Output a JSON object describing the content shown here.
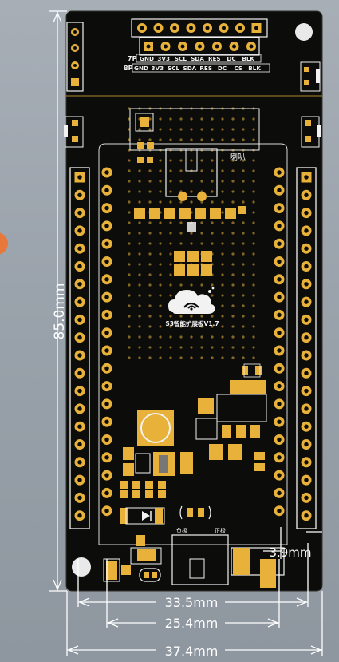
{
  "dimensions": {
    "height_label": "85.0mm",
    "right_label": "3.9mm",
    "width_inner_label": "33.5mm",
    "width_pitch_label": "25.4mm",
    "width_total_label": "37.4mm"
  },
  "header_7p": {
    "prefix": "7P",
    "pins": [
      "GND",
      "3V3",
      "SCL",
      "SDA",
      "RES",
      "DC",
      "BLK"
    ]
  },
  "header_8p": {
    "prefix": "8P",
    "pins": [
      "GND",
      "3V3",
      "SCL",
      "SDA",
      "RES",
      "DC",
      "CS",
      "BLK"
    ]
  },
  "board": {
    "title": "S3智能扩展板V1.7",
    "speaker_label": "喇叭",
    "negative_label": "负极",
    "positive_label": "正极"
  },
  "colors": {
    "pcb": "#0c0c0a",
    "pad": "#e8b23a",
    "silk": "#f2f2f2",
    "dim": "#ffffff",
    "background": "#9aa2ab"
  }
}
